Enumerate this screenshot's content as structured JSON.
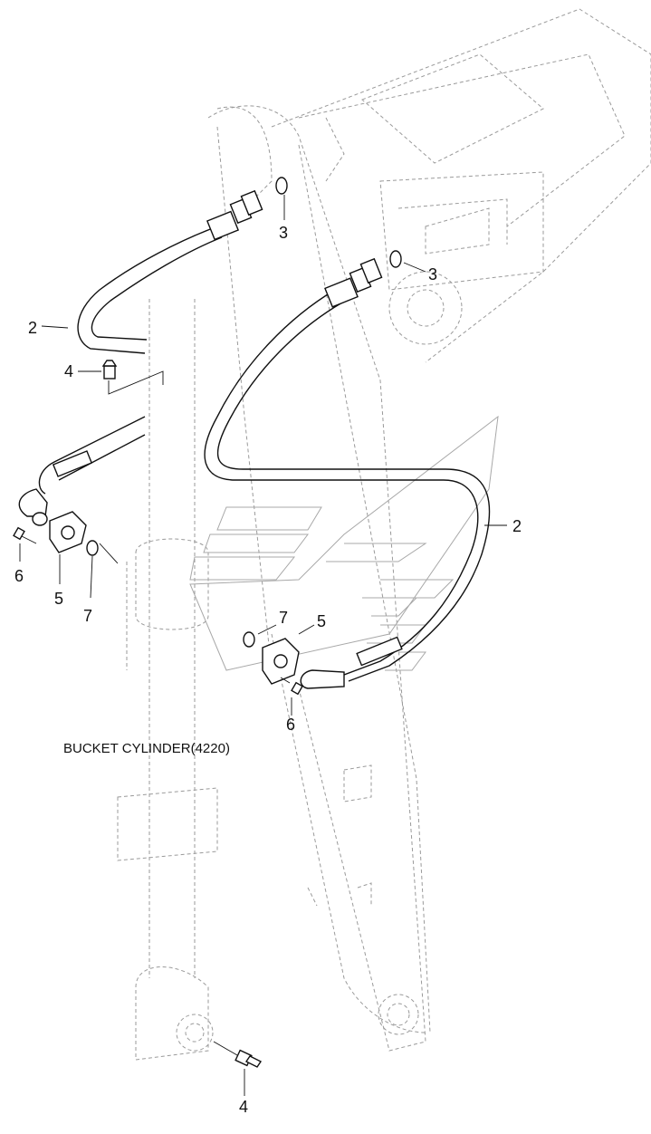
{
  "diagram": {
    "caption": "BUCKET CYLINDER(4220)",
    "callouts": [
      {
        "id": "c2-left",
        "text": "2"
      },
      {
        "id": "c2-right",
        "text": "2"
      },
      {
        "id": "c3-top",
        "text": "3"
      },
      {
        "id": "c3-right",
        "text": "3"
      },
      {
        "id": "c4-upper",
        "text": "4"
      },
      {
        "id": "c4-lower",
        "text": "4"
      },
      {
        "id": "c5-left",
        "text": "5"
      },
      {
        "id": "c5-right",
        "text": "5"
      },
      {
        "id": "c6-left",
        "text": "6"
      },
      {
        "id": "c6-right",
        "text": "6"
      },
      {
        "id": "c7-left",
        "text": "7"
      },
      {
        "id": "c7-right",
        "text": "7"
      }
    ]
  }
}
